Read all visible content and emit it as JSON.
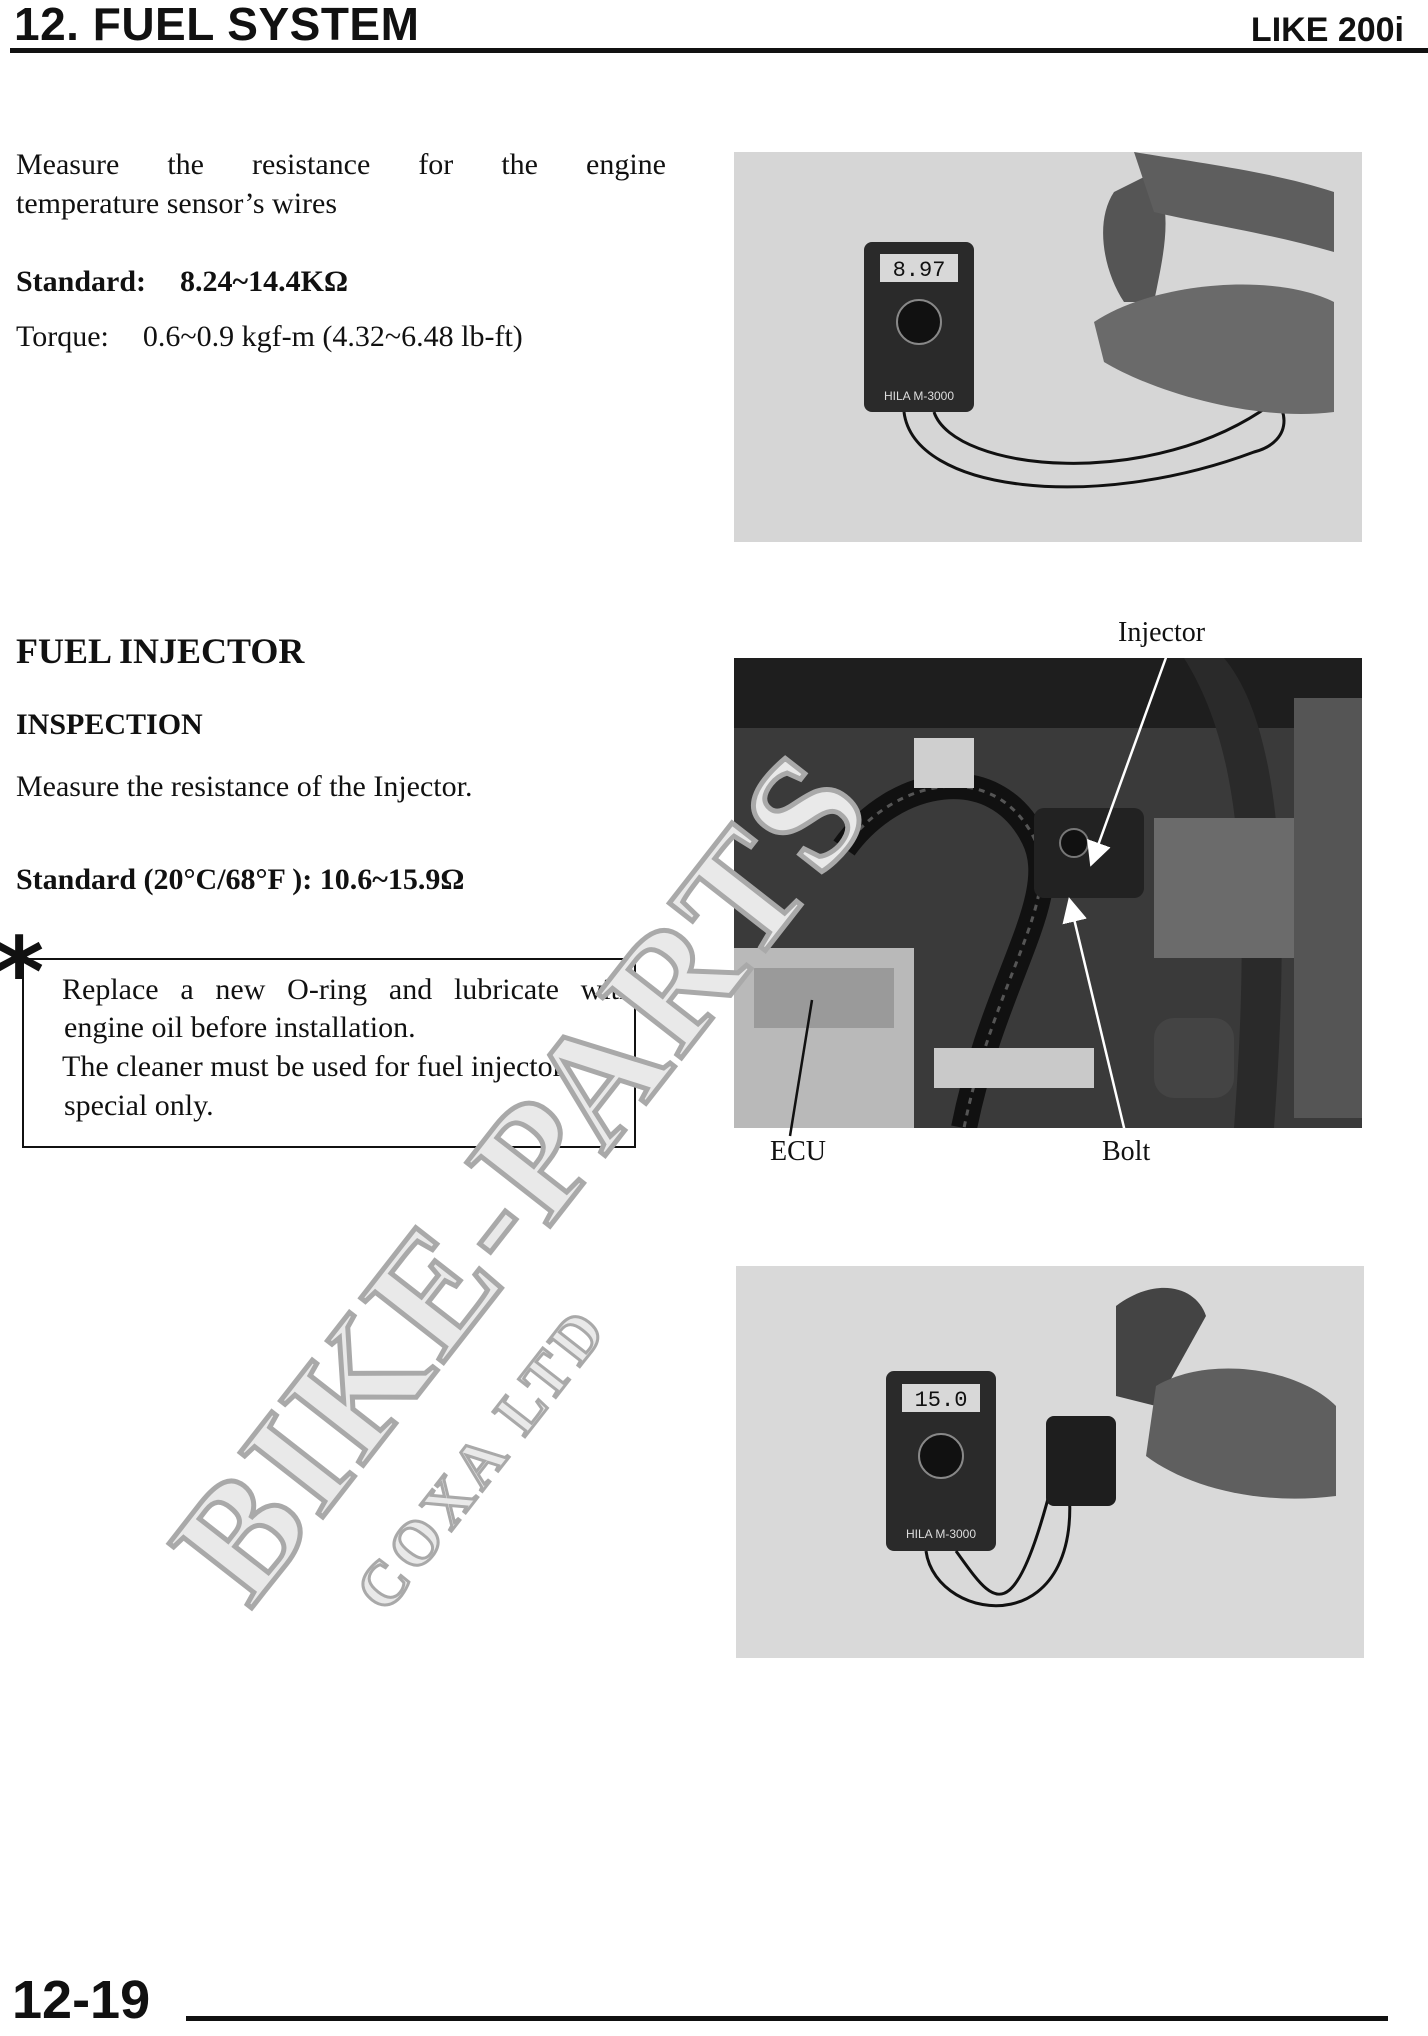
{
  "header": {
    "title": "12. FUEL SYSTEM",
    "model": "LIKE 200i"
  },
  "temp_sensor": {
    "line1": "Measure the resistance for the engine",
    "line2": "temperature sensor’s wires",
    "standard_label": "Standard:",
    "standard_value": "8.24~14.4KΩ",
    "torque_label": "Torque:",
    "torque_value": "0.6~0.9 kgf-m (4.32~6.48 lb-ft)"
  },
  "injector": {
    "section_title": "FUEL INJECTOR",
    "subsection_title": "INSPECTION",
    "instruction": "Measure the resistance of the Injector.",
    "standard": "Standard (20°C/68°F ): 10.6~15.9Ω"
  },
  "note": {
    "symbol": "*",
    "lines": [
      "Replace a new O-ring and lubricate with",
      "engine oil before installation.",
      "The cleaner must be used for fuel injector",
      "special only."
    ]
  },
  "callouts": {
    "injector": "Injector",
    "ecu": "ECU",
    "bolt": "Bolt"
  },
  "meters": {
    "top_reading": "8.97",
    "bottom_reading": "15.0",
    "brand": "HILA",
    "model": "M-3000"
  },
  "watermark": {
    "main": "BIKE-PARTS",
    "sub": "COXA LTD"
  },
  "footer": {
    "page": "12-19"
  }
}
